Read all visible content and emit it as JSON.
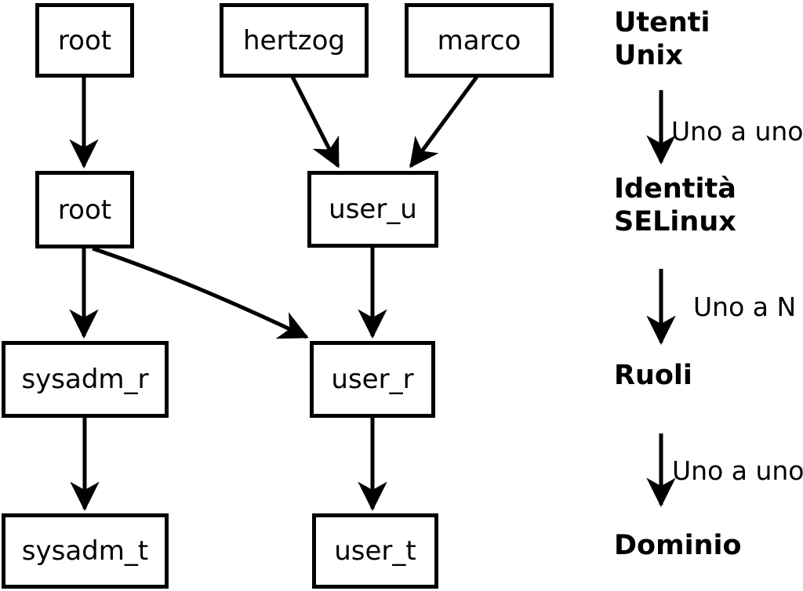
{
  "diagram": {
    "background_color": "#ffffff",
    "line_color": "#000000",
    "nodes": [
      {
        "id": "root-unix",
        "label": "root"
      },
      {
        "id": "hertzog",
        "label": "hertzog"
      },
      {
        "id": "marco",
        "label": "marco"
      },
      {
        "id": "root-selinux",
        "label": "root"
      },
      {
        "id": "user_u",
        "label": "user_u"
      },
      {
        "id": "sysadm_r",
        "label": "sysadm_r"
      },
      {
        "id": "user_r",
        "label": "user_r"
      },
      {
        "id": "sysadm_t",
        "label": "sysadm_t"
      },
      {
        "id": "user_t",
        "label": "user_t"
      }
    ],
    "edges": [
      {
        "from": "root-unix",
        "to": "root-selinux"
      },
      {
        "from": "hertzog",
        "to": "user_u"
      },
      {
        "from": "marco",
        "to": "user_u"
      },
      {
        "from": "root-selinux",
        "to": "sysadm_r"
      },
      {
        "from": "root-selinux",
        "to": "user_r"
      },
      {
        "from": "user_u",
        "to": "user_r"
      },
      {
        "from": "sysadm_r",
        "to": "sysadm_t"
      },
      {
        "from": "user_r",
        "to": "user_t"
      }
    ]
  },
  "legend": {
    "levels": [
      {
        "id": "utenti-unix",
        "lines": [
          "Utenti",
          "Unix"
        ]
      },
      {
        "id": "identita-selinux",
        "lines": [
          "Identità",
          "SELinux"
        ]
      },
      {
        "id": "ruoli",
        "lines": [
          "Ruoli"
        ]
      },
      {
        "id": "dominio",
        "lines": [
          "Dominio"
        ]
      }
    ],
    "relations": [
      "Uno a uno",
      "Uno a N",
      "Uno a uno"
    ]
  }
}
